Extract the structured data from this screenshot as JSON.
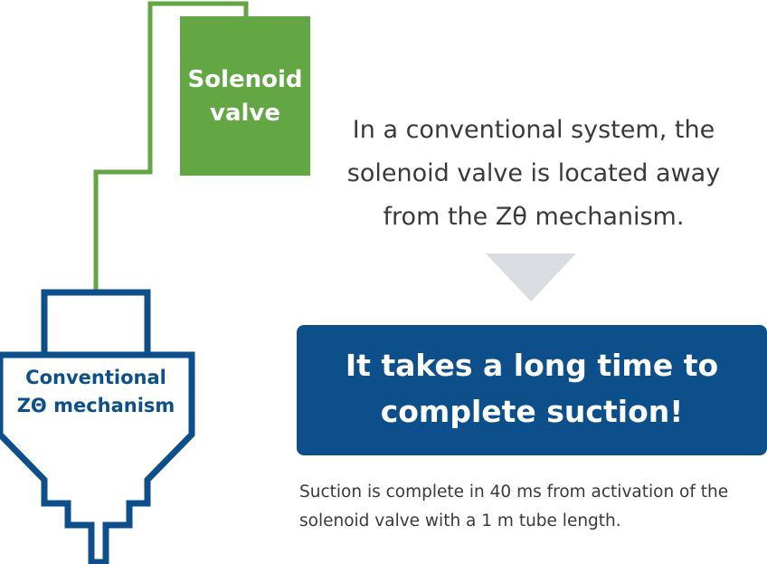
{
  "solenoid_valve": {
    "label": "Solenoid\nvalve",
    "color": "#62a744"
  },
  "mechanism": {
    "label": "Conventional\nZΘ mechanism",
    "color": "#0d4f8b"
  },
  "description": "In a conventional system, the solenoid valve is located away from the Zθ mechanism.",
  "arrow": {
    "color": "#d9dce0"
  },
  "callout": {
    "text": "It takes a long time to\ncomplete suction!",
    "color": "#0d4f8b"
  },
  "note": "Suction is complete in 40 ms from activation of the solenoid valve with a 1 m tube length."
}
